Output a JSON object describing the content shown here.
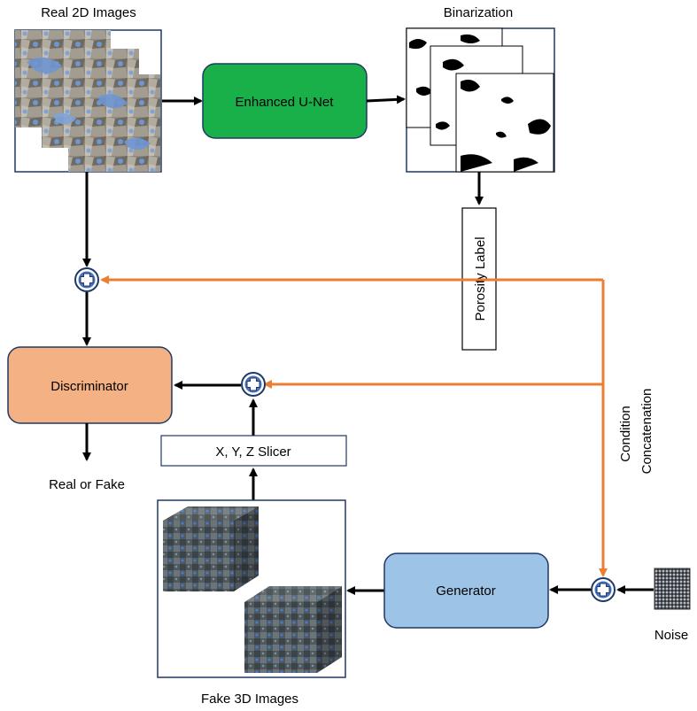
{
  "labels": {
    "real_2d": "Real 2D Images",
    "binarization": "Binarization",
    "unet": "Enhanced U-Net",
    "porosity": "Porosity Label",
    "discriminator": "Discriminator",
    "slicer": "X, Y, Z Slicer",
    "real_or_fake": "Real or Fake",
    "condition_line1": "Condition",
    "condition_line2": "Concatenation",
    "generator": "Generator",
    "noise": "Noise",
    "fake_3d": "Fake 3D Images"
  },
  "colors": {
    "unet_fill": "#19b04a",
    "discriminator_fill": "#f4b183",
    "generator_fill": "#9dc3e6",
    "condition_arrow": "#ed7d31",
    "plus_fill": "#4472c4",
    "rock_blue": "#6f96d0",
    "rock_grey": "#9a9386"
  },
  "icons": {
    "concat_node": "plus-circle-icon",
    "noise": "noise-texture-icon"
  }
}
